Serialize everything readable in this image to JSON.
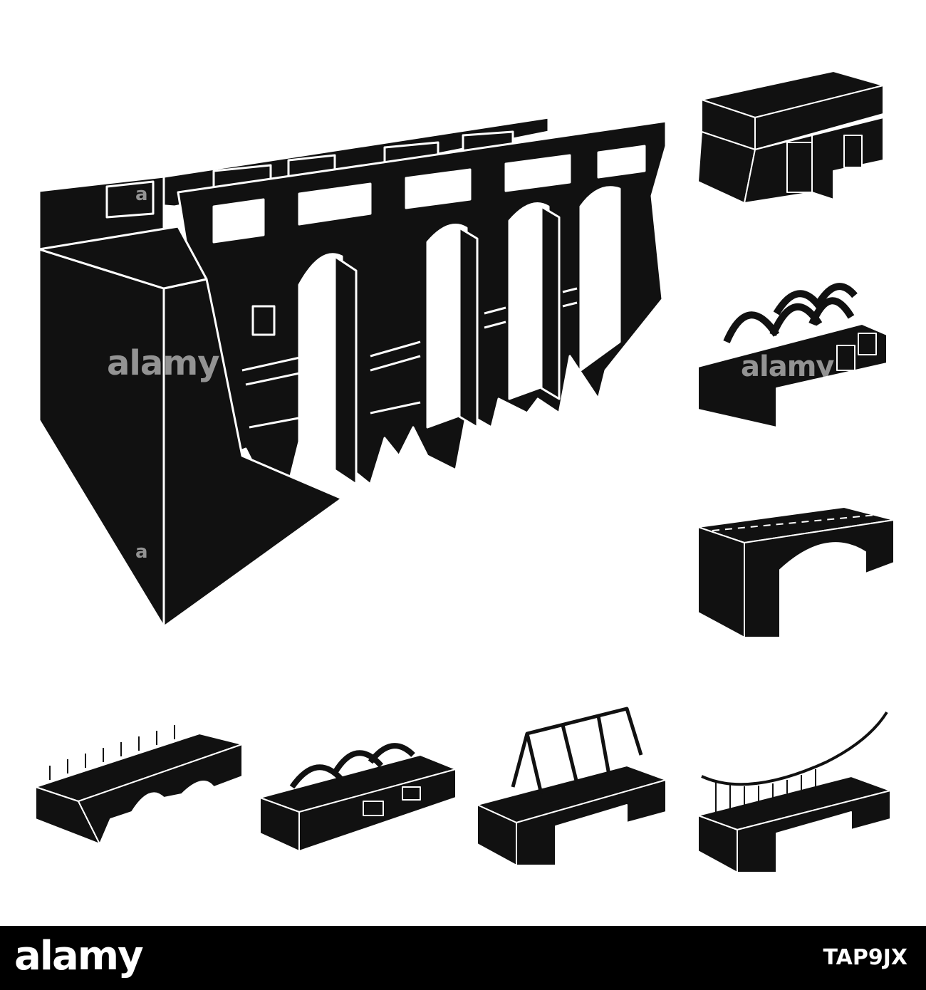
{
  "watermark": {
    "brand": "alamy",
    "letter": "a"
  },
  "footer": {
    "logo": "alamy",
    "image_id": "TAP9JX"
  },
  "colors": {
    "ink": "#111111",
    "background": "#ffffff",
    "footer_bg": "#000000"
  },
  "icons": [
    "aqueduct-bridge-icon",
    "girder-bridge-icon",
    "multi-arch-bridge-icon",
    "steel-arch-bridge-icon",
    "lamp-bridge-icon",
    "arch-truss-bridge-icon",
    "railway-truss-bridge-icon",
    "suspension-bridge-icon"
  ]
}
